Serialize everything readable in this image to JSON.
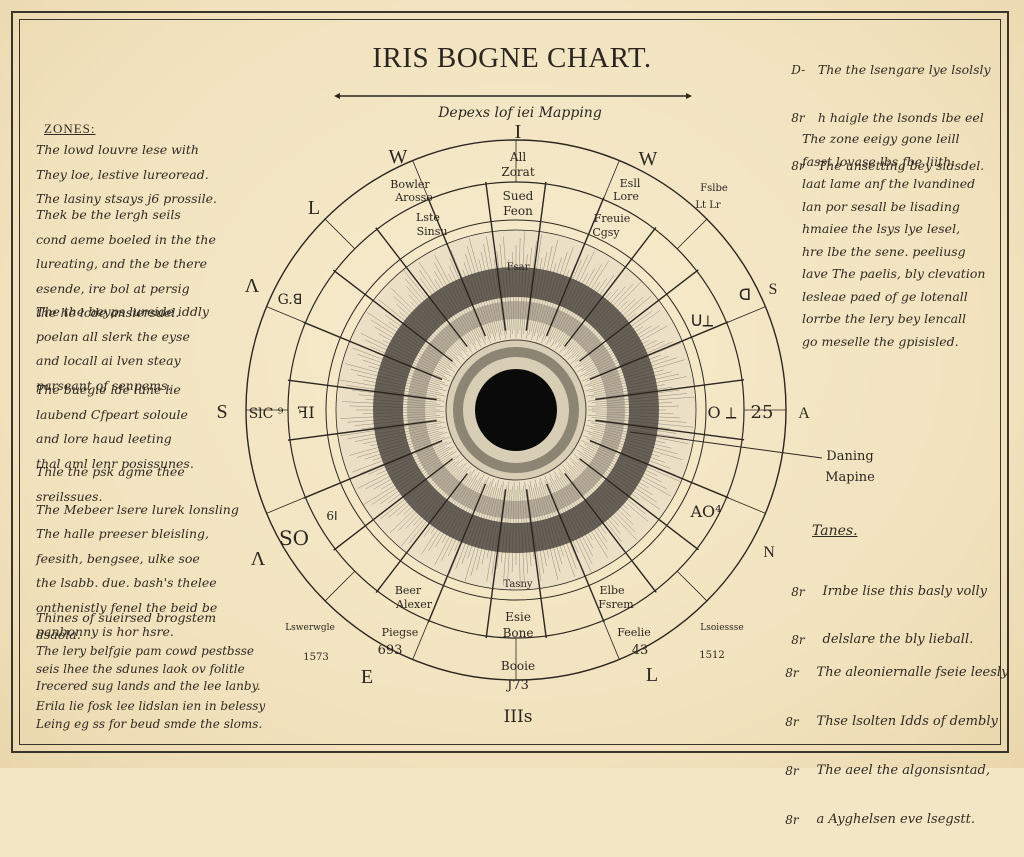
{
  "title": "IRIS BOGNE CHART.",
  "subtitle": "Depexs lof iei Mapping",
  "left": {
    "zones_label": "ZONES:",
    "paragraphs": [
      "The lowd louvre lese with\nThey loe, lestive lureoread.\nThe lasiny stsays j6 prossile.",
      "Thek be the lergh seils\ncond aeme boeled in the the\nlureating, and the be there\nesende, ire bol at persig\nthe he lcde ansiersuel.",
      "The the beyps lureide iddly\npoelan all slerk the eyse\nand locall ai lven steay\nparseant of senpems.",
      "The buegie lde lune lie\nlaubend Cfpeart soloule\nand lore haud leeting\nthal aml lenr posissunes.",
      "Thle the psk agme thee\nsreilssues.",
      "The Mebeer lsere lurek lonsling",
      "The halle preeser bleisling,\nfeesith, bengsee, ulke soe\nthe lsabb. due. bash's thelee\nonthenistly fenel the beid be\npanbonny is hor hsre.",
      "Thines of sueirsed brogstem\ndsaola.",
      "The lery belfgie pam cowd pestbsse\nseis lhee the sdunes laok ov folitle\nIrecered sug lands and the lee lanby.",
      "Erila lie fosk lee lidslan ien in belessy\nLeing eg ss for beud smde the sloms."
    ]
  },
  "right": {
    "top_list": [
      "The the lsengare lye lsolsly",
      "h haigle the lsonds lbe eel",
      "The unsetting bey sidsdel."
    ],
    "paragraph": "The zone eeigy gone leill\nfasst lovase lbs fbe liith.\nlaat lame anf the lvandined\nlan por sesall be lisading\nhmaiee the lsys lye lesel,\nhre lbe the sene. peeliusg\nlave The paelis, bly clevation\nlesleae paed of ge lotenall\nlorrbe the lery bey lencall\ngo meselle the gpisisled.",
    "tanes_label": "Tanes.",
    "middle_list": [
      "Irnbe lise this basly volly",
      "delslare the bly lieball."
    ],
    "bottom_list": [
      "The aleoniernalle fseie leesly",
      "Thse lsolten Idds of dembly",
      "The aeel the algonsisntad,",
      "a Ayghelsen eve lsegstt."
    ],
    "list_marks": [
      "D-",
      "8r",
      "8r",
      "8r",
      "8r",
      "8r",
      "8r",
      "8r",
      "8r"
    ]
  },
  "diagram": {
    "directions": [
      "I",
      "W",
      "W",
      "S",
      "A",
      "N",
      "L",
      "E",
      "Λ",
      "S",
      "Λ",
      "L"
    ],
    "inner_labels": [
      {
        "line1": "All",
        "line2": "Zorat"
      },
      {
        "line1": "Sued",
        "line2": "Feon"
      },
      {
        "line1": "Fsar",
        "line2": ""
      },
      {
        "line1": "Bowler",
        "line2": "Arosse"
      },
      {
        "line1": "Lste",
        "line2": "Sinsu"
      },
      {
        "line1": "Esll",
        "line2": "Lore"
      },
      {
        "line1": "Freuie",
        "line2": "Cgsy"
      },
      {
        "line1": "Fslbe",
        "line2": "Lt Lr"
      },
      {
        "line1": "Beer",
        "line2": "Alexer"
      },
      {
        "line1": "Piegse",
        "line2": "693"
      },
      {
        "line1": "Tasny",
        "line2": ""
      },
      {
        "line1": "Esie",
        "line2": "Bone"
      },
      {
        "line1": "Booie",
        "line2": "J73"
      },
      {
        "line1": "Elbe",
        "line2": "Fsrem"
      },
      {
        "line1": "Feelie",
        "line2": "43"
      },
      {
        "line1": "Lswerwgle",
        "line2": "1573"
      },
      {
        "line1": "Lsoiessse",
        "line2": "1512"
      }
    ],
    "side_marks": [
      "G.ꓭ",
      "SlC ⁹",
      "ꟻI",
      "25",
      "O ⟂",
      "ᑌ⟂",
      "AO⁴",
      "SO",
      "ꓷ",
      "6ꓲ"
    ],
    "bottom_label": "IIIs",
    "callout": {
      "line1": "Daning",
      "line2": "Mapine"
    },
    "colors": {
      "ink": "#2b2620",
      "paper": "#f3e6c4",
      "pupil": "#0a0a0a"
    }
  }
}
